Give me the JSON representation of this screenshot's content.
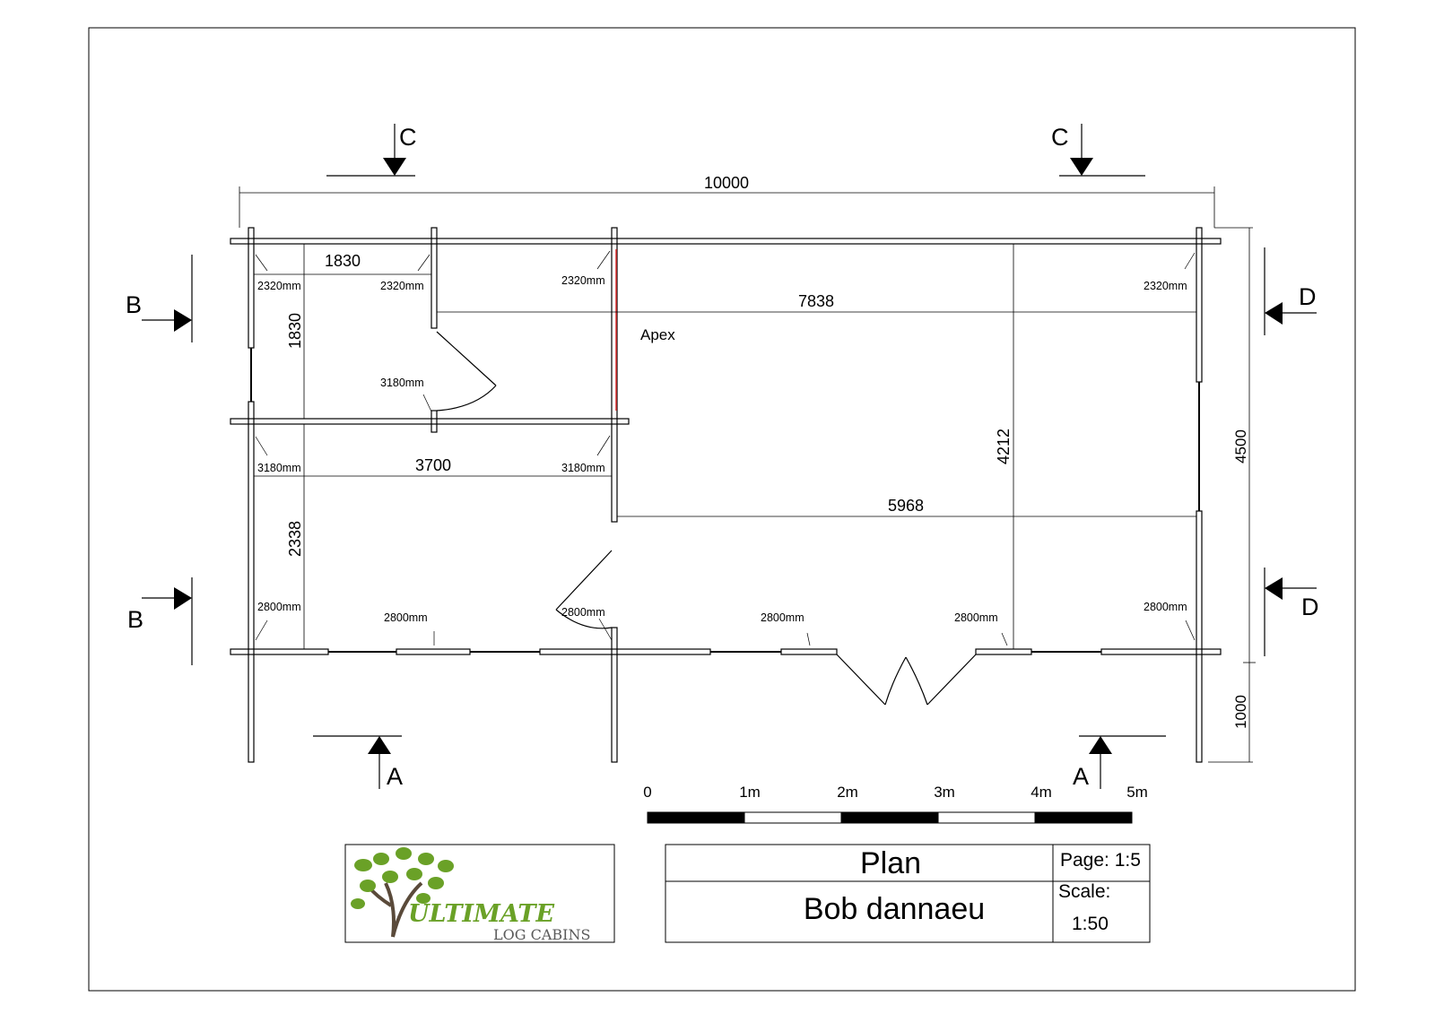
{
  "dimensions": {
    "overall_width": "10000",
    "overall_depth": "4500",
    "porch_depth": "1000",
    "room1_width": "1830",
    "room1_depth": "1830",
    "room2_width": "3700",
    "room2_depth": "2338",
    "main_width": "7838",
    "main_depth": "4212",
    "lower_main_width": "5968"
  },
  "wall_heights": {
    "h2320": "2320mm",
    "h3180": "3180mm",
    "h2800": "2800mm"
  },
  "annotations": {
    "apex": "Apex"
  },
  "section_markers": {
    "a": "A",
    "b": "B",
    "c": "C",
    "d": "D"
  },
  "scale_bar": {
    "labels": [
      "0",
      "1m",
      "2m",
      "3m",
      "4m",
      "5m"
    ]
  },
  "title_block": {
    "title": "Plan",
    "client": "Bob dannaeu",
    "page": "Page: 1:5",
    "scale_label": "Scale:",
    "scale_value": "1:50"
  },
  "logo": {
    "brand": "ULTIMATE",
    "sub": "LOG CABINS",
    "leaf_color": "#6aa127",
    "trunk_color": "#5a4a3a",
    "text_color": "#5a5a5a"
  },
  "colors": {
    "apex_line": "#e03030"
  }
}
